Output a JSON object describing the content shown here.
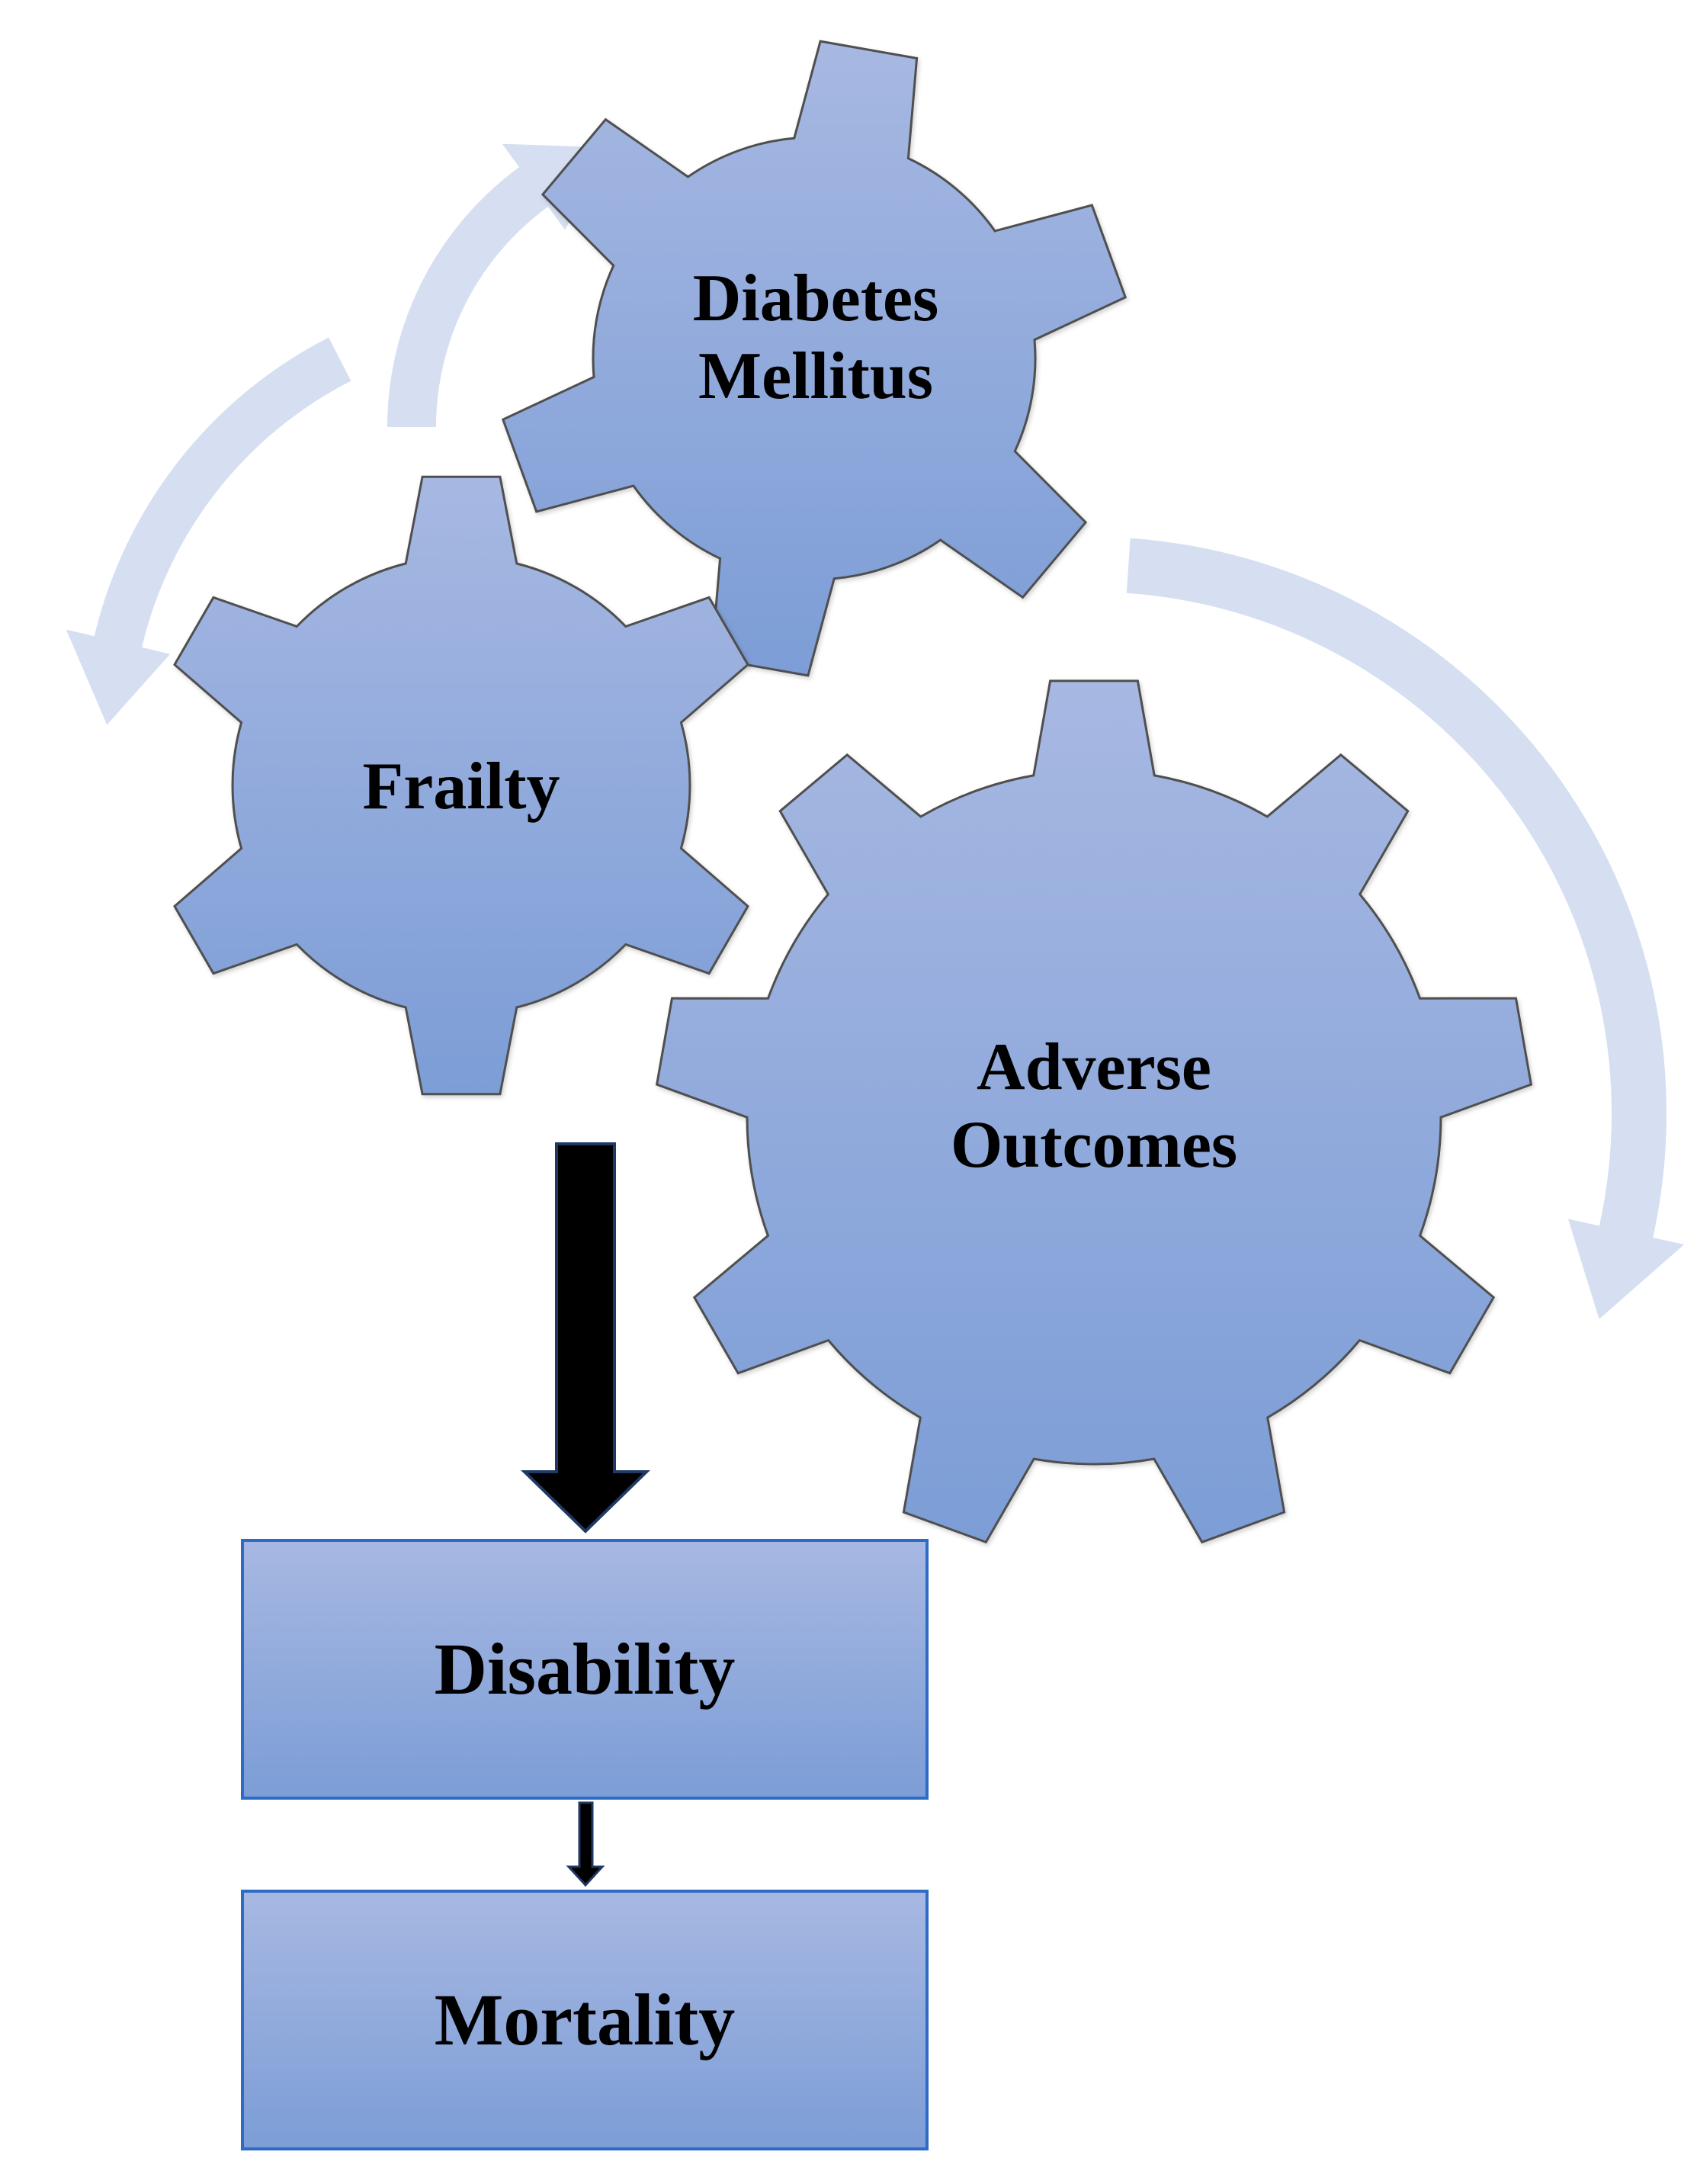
{
  "gears": {
    "diabetes": {
      "line1": "Diabetes",
      "line2": "Mellitus"
    },
    "frailty": {
      "label": "Frailty"
    },
    "adverse": {
      "line1": "Adverse",
      "line2": "Outcomes"
    }
  },
  "boxes": {
    "disability": "Disability",
    "mortality": "Mortality"
  },
  "colors": {
    "fill_top": "#a7b8e2",
    "fill_bottom": "#7c9dd6",
    "outline": "#4f4f4f",
    "box_outline": "#2e6bc6",
    "cycle_arrow": "#d5dff1",
    "down_arrow": "#000000",
    "down_arrow_outline": "#1f3864"
  }
}
